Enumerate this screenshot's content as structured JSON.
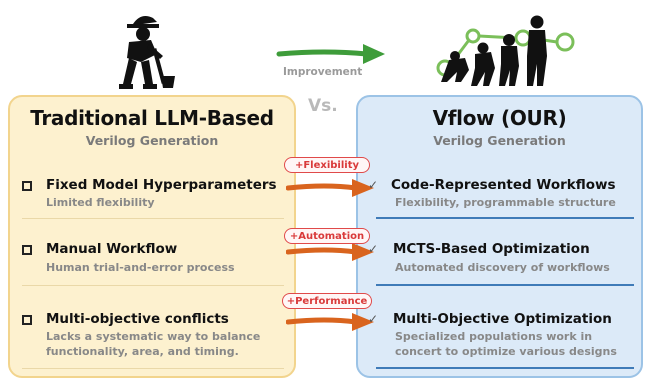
{
  "header": {
    "improvement_label": "Improvement",
    "vs_label": "Vs."
  },
  "left": {
    "title": "Traditional LLM-Based",
    "subtitle": "Verilog Generation",
    "items": [
      {
        "title": "Fixed Model Hyperparameters",
        "desc": [
          "Limited flexibility"
        ]
      },
      {
        "title": "Manual Workflow",
        "desc": [
          "Human trial-and-error process"
        ]
      },
      {
        "title": "Multi-objective conflicts",
        "desc": [
          "Lacks a systematic way to balance",
          "functionality, area, and timing."
        ]
      }
    ]
  },
  "right": {
    "title": "Vflow (OUR)",
    "subtitle": "Verilog Generation",
    "items": [
      {
        "title": "Code-Represented Workflows",
        "desc": [
          "Flexibility, programmable structure"
        ]
      },
      {
        "title": "MCTS-Based Optimization",
        "desc": [
          "Automated discovery of workflows"
        ]
      },
      {
        "title": "Multi-Objective Optimization",
        "desc": [
          "Specialized populations work in",
          "concert to optimize various designs"
        ]
      }
    ]
  },
  "badges": [
    "+Flexibility",
    "+Automation",
    "+Performance"
  ],
  "check_glyph": "✓",
  "colors": {
    "left_panel_bg": "#fdf1cf",
    "right_panel_bg": "#dceaf8",
    "badge_red": "#e04a4a",
    "arrow_orange": "#d9641e",
    "improvement_arrow_green": "#3e9c3a",
    "accent_green": "#7bbf5a"
  },
  "icons": [
    "construction-worker-icon",
    "human-evolution-icon",
    "improvement-arrow-icon"
  ]
}
